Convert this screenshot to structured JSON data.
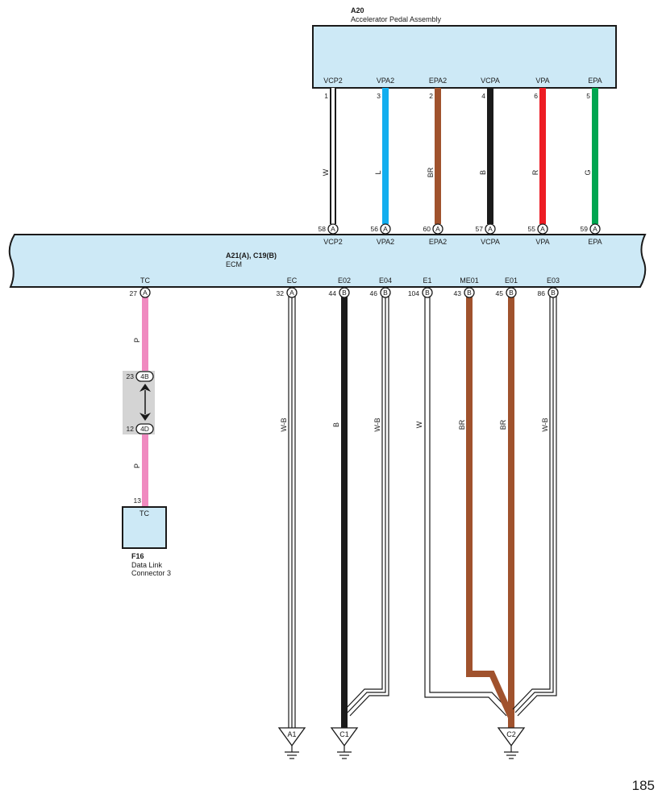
{
  "page_number": "185",
  "colors": {
    "box_fill": "#cde9f6",
    "white": "#ffffff",
    "light_blue": "#12aeef",
    "brown": "#a0522d",
    "black": "#1a1a1a",
    "red": "#ed1c24",
    "green": "#00a650",
    "pink": "#f08ac0",
    "junction_grey": "#d4d4d4"
  },
  "a20": {
    "id": "A20",
    "name": "Accelerator Pedal Assembly",
    "terminals": [
      {
        "name": "VCP2",
        "pin": "1",
        "wire_color_label": "W",
        "wire_color": "white"
      },
      {
        "name": "VPA2",
        "pin": "3",
        "wire_color_label": "L",
        "wire_color": "light_blue"
      },
      {
        "name": "EPA2",
        "pin": "2",
        "wire_color_label": "BR",
        "wire_color": "brown"
      },
      {
        "name": "VCPA",
        "pin": "4",
        "wire_color_label": "B",
        "wire_color": "black"
      },
      {
        "name": "VPA",
        "pin": "6",
        "wire_color_label": "R",
        "wire_color": "red"
      },
      {
        "name": "EPA",
        "pin": "5",
        "wire_color_label": "G",
        "wire_color": "green"
      }
    ]
  },
  "ecm": {
    "id": "A21(A), C19(B)",
    "name": "ECM",
    "top_terminals": [
      {
        "name": "VCP2",
        "pin": "58",
        "connector": "A"
      },
      {
        "name": "VPA2",
        "pin": "56",
        "connector": "A"
      },
      {
        "name": "EPA2",
        "pin": "60",
        "connector": "A"
      },
      {
        "name": "VCPA",
        "pin": "57",
        "connector": "A"
      },
      {
        "name": "VPA",
        "pin": "55",
        "connector": "A"
      },
      {
        "name": "EPA",
        "pin": "59",
        "connector": "A"
      }
    ],
    "bottom_terminals": [
      {
        "name": "TC",
        "pin": "27",
        "connector": "A",
        "wire_color_label": "P"
      },
      {
        "name": "EC",
        "pin": "32",
        "connector": "A",
        "wire_color_label": "W-B"
      },
      {
        "name": "E02",
        "pin": "44",
        "connector": "B",
        "wire_color_label": "B"
      },
      {
        "name": "E04",
        "pin": "46",
        "connector": "B",
        "wire_color_label": "W-B"
      },
      {
        "name": "E1",
        "pin": "104",
        "connector": "B",
        "wire_color_label": "W"
      },
      {
        "name": "ME01",
        "pin": "43",
        "connector": "B",
        "wire_color_label": "BR"
      },
      {
        "name": "E01",
        "pin": "45",
        "connector": "B",
        "wire_color_label": "BR"
      },
      {
        "name": "E03",
        "pin": "86",
        "connector": "B",
        "wire_color_label": "W-B"
      }
    ]
  },
  "junction": {
    "upper": {
      "pin": "23",
      "label": "4B"
    },
    "lower": {
      "pin": "12",
      "label": "4D"
    },
    "wire_below_label": "P"
  },
  "f16": {
    "id": "F16",
    "name_line1": "Data Link",
    "name_line2": "Connector 3",
    "pin": "13",
    "terminal": "TC"
  },
  "grounds": [
    "A1",
    "C1",
    "C2"
  ]
}
